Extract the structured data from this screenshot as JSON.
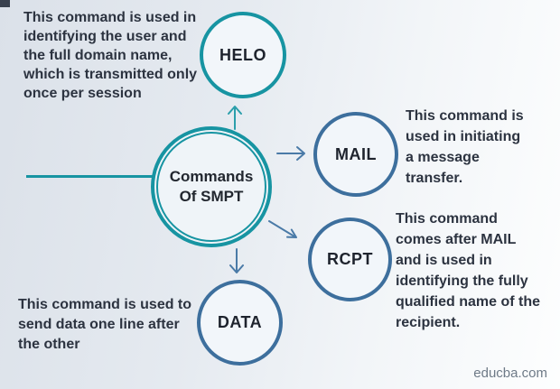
{
  "page": {
    "watermark": "educba.com"
  },
  "colors": {
    "teal_accent": "#1794a2",
    "blue_accent": "#3d6f9d",
    "arrow_blue": "#4a7aa7",
    "text_dark": "#2c3340",
    "background_left": "#dbe1e9",
    "background_right": "#fdfefe"
  },
  "center": {
    "label": "Commands\nOf SMPT"
  },
  "nodes": [
    {
      "id": "helo",
      "label": "HELO",
      "desc": "This command is used in\nidentifying the user and\nthe full domain name,\nwhich is transmitted only\nonce per session"
    },
    {
      "id": "mail",
      "label": "MAIL",
      "desc": "This command is\nused in initiating\na message\ntransfer."
    },
    {
      "id": "rcpt",
      "label": "RCPT",
      "desc": "This command\ncomes after MAIL\nand is used in\nidentifying the fully\nqualified name of the\nrecipient."
    },
    {
      "id": "data",
      "label": "DATA",
      "desc": "This command is used to\nsend data one line after\nthe other"
    }
  ]
}
